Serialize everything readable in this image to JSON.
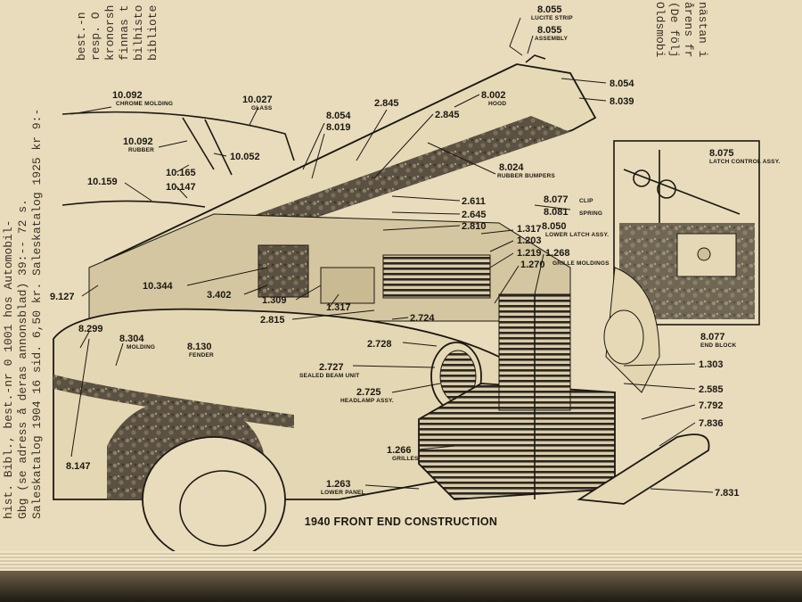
{
  "caption": "1940 FRONT END CONSTRUCTION",
  "margin_notes_left": [
    "hist. Bibl., best.-nr 0 1001 hos Automobil-",
    "Gbg (se adress å deras annonsblad) 39:-- 72 s.",
    "Saleskatalog 1904 16 sid. 6,50 kr. Saleskatalog 1925 kr 9:-",
    "best.-n",
    "resp. O",
    "kronorsh",
    "finnas t",
    "bilhisto",
    "bibliote"
  ],
  "margin_notes_right": [
    "Oldsmobi",
    "(De följ",
    "årens fr",
    "nästan i"
  ],
  "callouts": [
    {
      "num": "8.055",
      "desc": "LUCITE STRIP"
    },
    {
      "num": "8.055",
      "desc": "ASSEMBLY"
    },
    {
      "num": "8.054",
      "desc": ""
    },
    {
      "num": "8.039",
      "desc": ""
    },
    {
      "num": "8.002",
      "desc": "HOOD"
    },
    {
      "num": "10.092",
      "desc": "CHROME MOLDING"
    },
    {
      "num": "10.027",
      "desc": "GLASS"
    },
    {
      "num": "10.092",
      "desc": "RUBBER"
    },
    {
      "num": "10.052",
      "desc": ""
    },
    {
      "num": "10.165",
      "desc": ""
    },
    {
      "num": "10.159",
      "desc": ""
    },
    {
      "num": "10.147",
      "desc": ""
    },
    {
      "num": "8.054",
      "desc": ""
    },
    {
      "num": "8.019",
      "desc": ""
    },
    {
      "num": "2.845",
      "desc": ""
    },
    {
      "num": "2.845",
      "desc": ""
    },
    {
      "num": "8.024",
      "desc": "RUBBER BUMPERS"
    },
    {
      "num": "2.611",
      "desc": ""
    },
    {
      "num": "2.645",
      "desc": ""
    },
    {
      "num": "2.810",
      "desc": ""
    },
    {
      "num": "8.075",
      "desc": "LATCH CONTROL ASSY."
    },
    {
      "num": "8.077",
      "desc": "CLIP"
    },
    {
      "num": "8.081",
      "desc": "SPRING"
    },
    {
      "num": "8.050",
      "desc": "LOWER LATCH ASSY."
    },
    {
      "num": "1.317",
      "desc": ""
    },
    {
      "num": "1.203",
      "desc": ""
    },
    {
      "num": "1.219",
      "desc": ""
    },
    {
      "num": "1.270",
      "desc": ""
    },
    {
      "num": "1.268",
      "desc": "GRILLE MOLDINGS"
    },
    {
      "num": "10.344",
      "desc": ""
    },
    {
      "num": "3.402",
      "desc": ""
    },
    {
      "num": "1.309",
      "desc": ""
    },
    {
      "num": "9.127",
      "desc": ""
    },
    {
      "num": "1.317",
      "desc": ""
    },
    {
      "num": "2.815",
      "desc": ""
    },
    {
      "num": "2.724",
      "desc": ""
    },
    {
      "num": "8.077",
      "desc": "END BLOCK"
    },
    {
      "num": "8.299",
      "desc": ""
    },
    {
      "num": "8.304",
      "desc": "MOLDING"
    },
    {
      "num": "8.130",
      "desc": "FENDER"
    },
    {
      "num": "2.728",
      "desc": ""
    },
    {
      "num": "2.727",
      "desc": "SEALED BEAM UNIT"
    },
    {
      "num": "2.725",
      "desc": "HEADLAMP ASSY."
    },
    {
      "num": "1.303",
      "desc": ""
    },
    {
      "num": "2.585",
      "desc": ""
    },
    {
      "num": "7.792",
      "desc": ""
    },
    {
      "num": "7.836",
      "desc": ""
    },
    {
      "num": "1.266",
      "desc": "GRILLES"
    },
    {
      "num": "8.147",
      "desc": ""
    },
    {
      "num": "1.263",
      "desc": "LOWER PANEL"
    },
    {
      "num": "7.831",
      "desc": ""
    }
  ]
}
